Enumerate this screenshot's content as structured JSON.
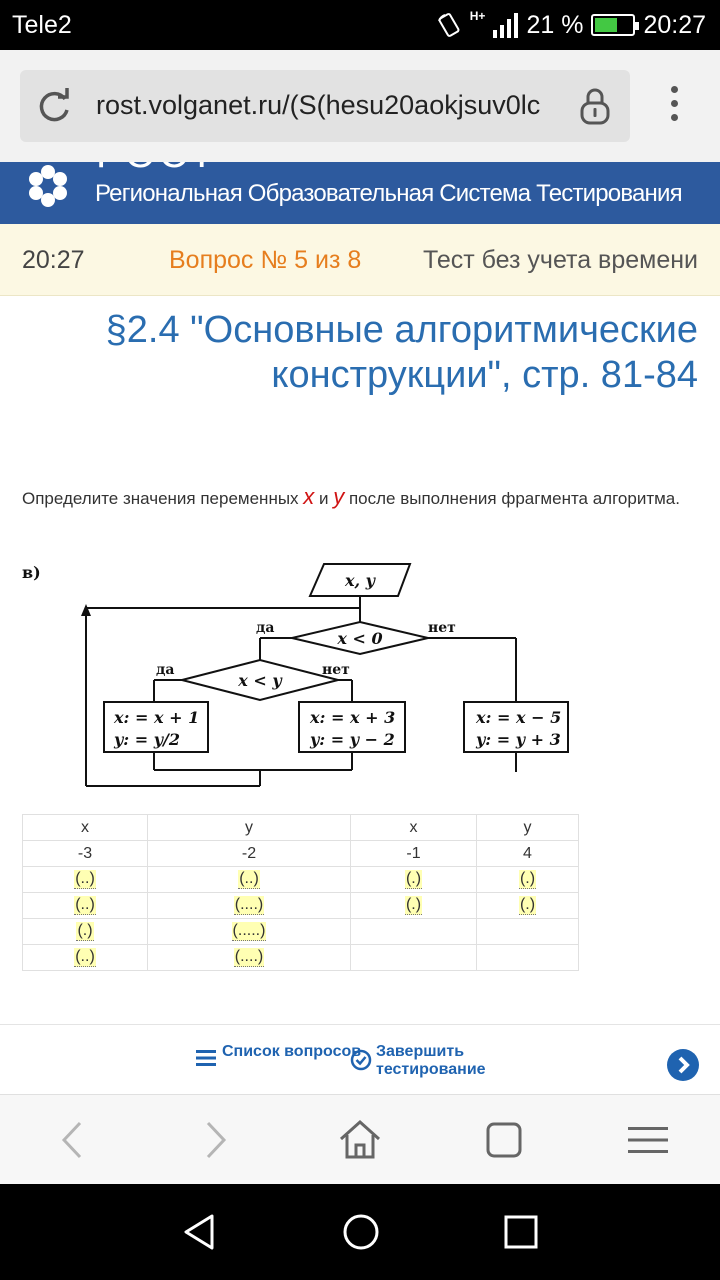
{
  "status_bar": {
    "carrier": "Tele2",
    "network": "H+",
    "battery_percent": "21 %",
    "time": "20:27",
    "battery_level": 0.6
  },
  "browser": {
    "url": "rost.volganet.ru/(S(hesu20aokjsuv0lc",
    "icons": [
      "reload-icon",
      "lock-icon",
      "more-vert-icon"
    ]
  },
  "site": {
    "logo_text": "РОСТ",
    "subtitle": "Региональная Образовательная Система Тестирования",
    "brand_color": "#2d5a9e"
  },
  "info_bar": {
    "time": "20:27",
    "question": "Вопрос № 5 из 8",
    "mode": "Тест без учета времени"
  },
  "section_title": "§2.4 \"Основные алгоритмические конструкции\", стр. 81-84",
  "question": {
    "text_before": "Определите значения переменных ",
    "var_x": "x",
    "and": " и ",
    "var_y": "y",
    "text_after": " после выполнения фрагмента алгоритма."
  },
  "flowchart": {
    "label": "в)",
    "input": "x, y",
    "outer_condition": "x < 0",
    "inner_condition": "x < y",
    "yes": "да",
    "no": "нет",
    "block_left": [
      "x: = x + 1",
      "y: = y/2"
    ],
    "block_middle": [
      "x: = x + 3",
      "y: = y − 2"
    ],
    "block_right": [
      "x: = x − 5",
      "y: = y + 3"
    ]
  },
  "answer_table": {
    "headers": [
      "x",
      "y",
      "x",
      "y"
    ],
    "initial": [
      "-3",
      "-2",
      "-1",
      "4"
    ],
    "rows": [
      [
        "(..)",
        "(..)",
        "(.)",
        "(.)"
      ],
      [
        "(..)",
        "(....)",
        "(.)",
        "(.)"
      ],
      [
        "(.)",
        "(.....)",
        "",
        ""
      ],
      [
        "(..)",
        "(....)",
        "",
        ""
      ]
    ]
  },
  "footer": {
    "question_list": "Список вопросов",
    "finish_test": "Завершить тестирование"
  }
}
